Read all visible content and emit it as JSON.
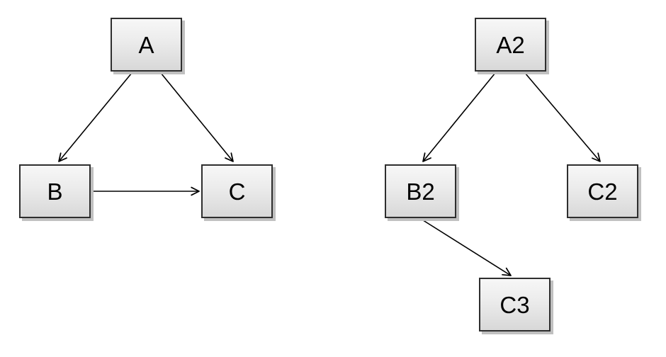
{
  "page": {
    "background_color": "#ffffff"
  },
  "diagram": {
    "type": "directed-graph",
    "node_style": {
      "fill_top": "#f7f7f7",
      "fill_bottom": "#d8d8d8",
      "border_color": "#2e2e2e",
      "shadow_color": "#c0c0c0",
      "text_color": "#000000"
    },
    "edge_style": {
      "color": "#000000",
      "arrowhead": "open-v"
    },
    "left_graph": {
      "nodes": [
        {
          "id": "A",
          "label": "A"
        },
        {
          "id": "B",
          "label": "B"
        },
        {
          "id": "C",
          "label": "C"
        }
      ],
      "edges": [
        {
          "from": "A",
          "to": "B"
        },
        {
          "from": "A",
          "to": "C"
        },
        {
          "from": "B",
          "to": "C"
        }
      ]
    },
    "right_graph": {
      "nodes": [
        {
          "id": "A2",
          "label": "A2"
        },
        {
          "id": "B2",
          "label": "B2"
        },
        {
          "id": "C2",
          "label": "C2"
        },
        {
          "id": "C3",
          "label": "C3"
        }
      ],
      "edges": [
        {
          "from": "A2",
          "to": "B2"
        },
        {
          "from": "A2",
          "to": "C2"
        },
        {
          "from": "B2",
          "to": "C3"
        }
      ]
    }
  }
}
